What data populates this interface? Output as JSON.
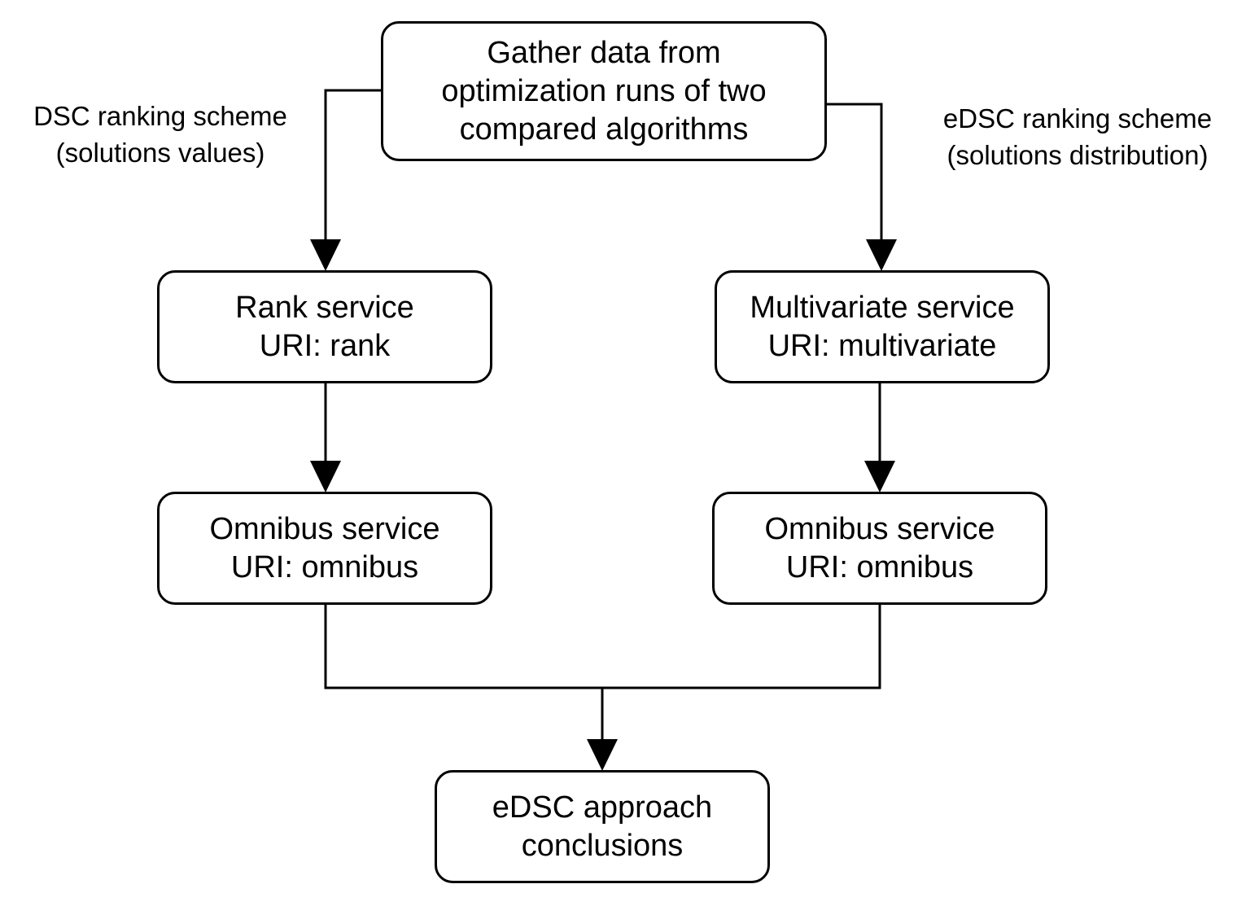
{
  "nodes": {
    "gather": {
      "lines": [
        "Gather data from",
        "optimization runs of two",
        "compared algorithms"
      ]
    },
    "rank": {
      "lines": [
        "Rank service",
        "URI: rank"
      ]
    },
    "multivariate": {
      "lines": [
        "Multivariate service",
        "URI: multivariate"
      ]
    },
    "omnibus_left": {
      "lines": [
        "Omnibus service",
        "URI: omnibus"
      ]
    },
    "omnibus_right": {
      "lines": [
        "Omnibus service",
        "URI: omnibus"
      ]
    },
    "conclusions": {
      "lines": [
        "eDSC approach",
        "conclusions"
      ]
    }
  },
  "edge_labels": {
    "left": [
      "DSC ranking scheme",
      "(solutions values)"
    ],
    "right": [
      "eDSC ranking scheme",
      "(solutions distribution)"
    ]
  },
  "edges": [
    {
      "from": "gather",
      "to": "rank",
      "label": "left"
    },
    {
      "from": "gather",
      "to": "multivariate",
      "label": "right"
    },
    {
      "from": "rank",
      "to": "omnibus_left"
    },
    {
      "from": "multivariate",
      "to": "omnibus_right"
    },
    {
      "from": "omnibus_left",
      "to": "conclusions"
    },
    {
      "from": "omnibus_right",
      "to": "conclusions"
    }
  ],
  "colors": {
    "stroke": "#000000",
    "background": "#ffffff"
  }
}
